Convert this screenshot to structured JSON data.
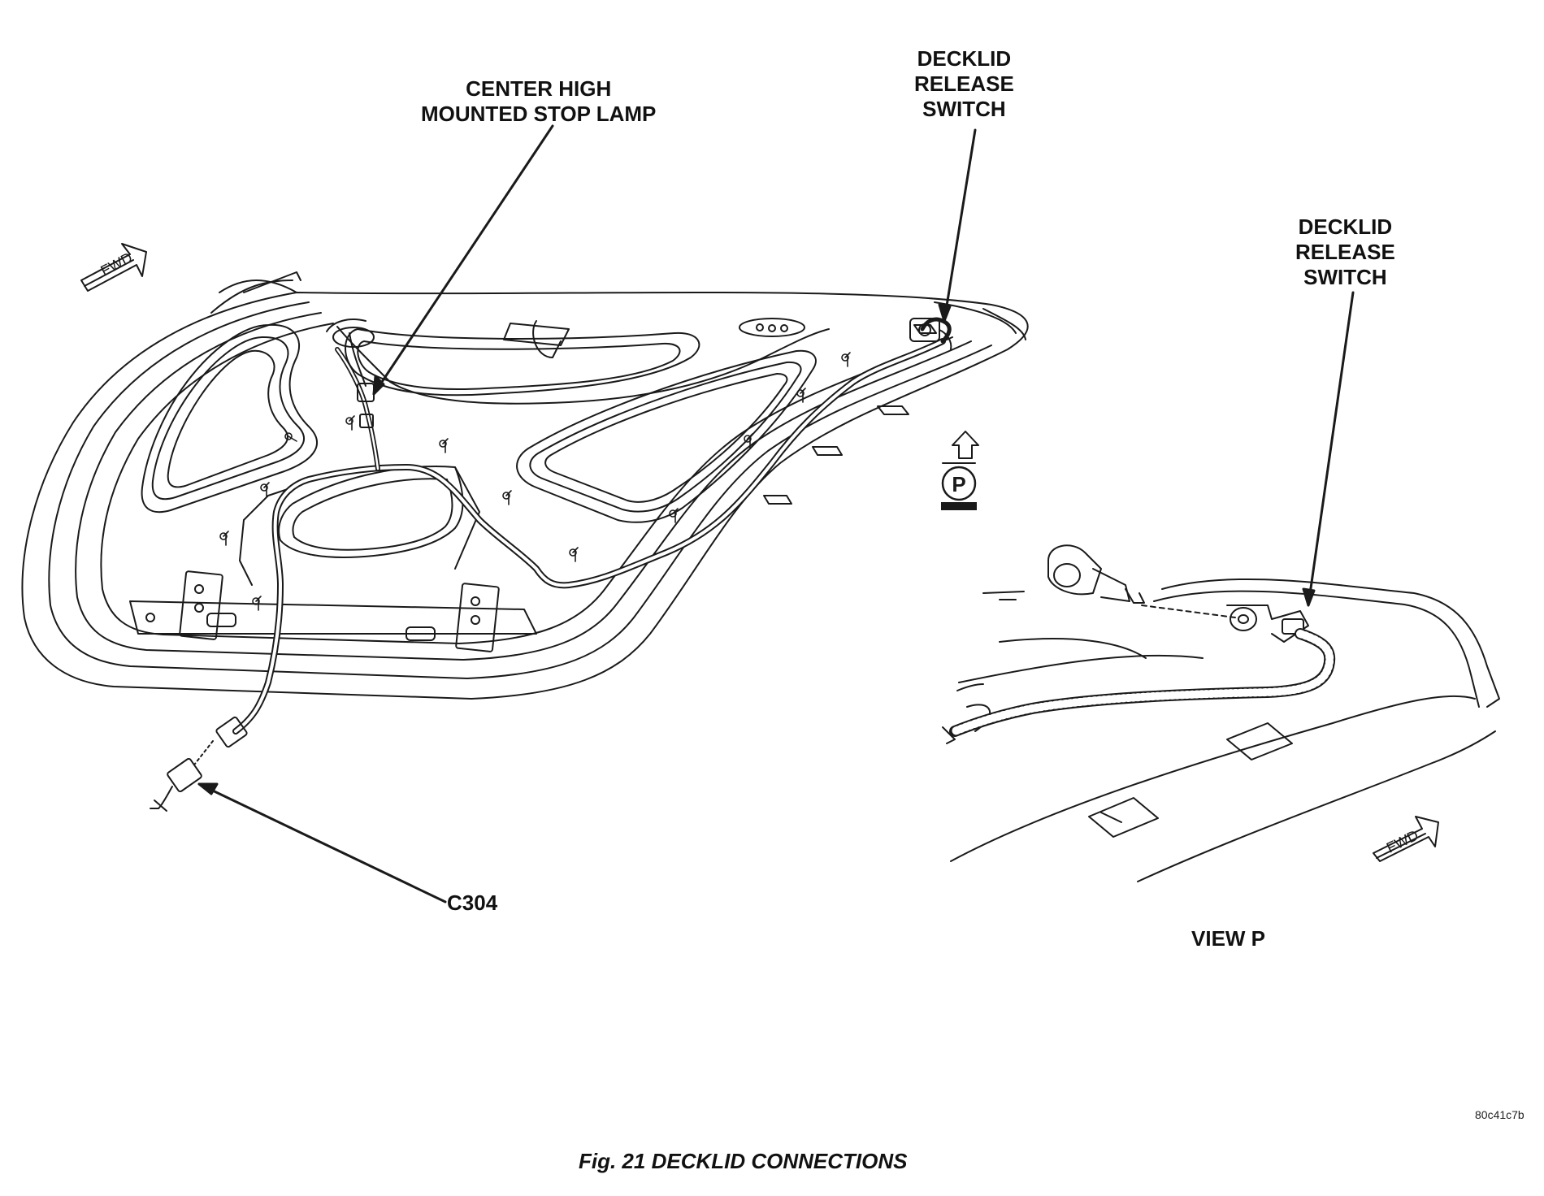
{
  "labels": {
    "chmsl": [
      "CENTER HIGH",
      "MOUNTED STOP LAMP"
    ],
    "release_main": [
      "DECKLID",
      "RELEASE",
      "SWITCH"
    ],
    "release_detail": [
      "DECKLID",
      "RELEASE",
      "SWITCH"
    ],
    "connector": "C304",
    "view": "VIEW P",
    "view_marker": "P",
    "fwd_main": "FWD",
    "fwd_detail": "FWD"
  },
  "figure_code": "80c41c7b",
  "caption": "Fig. 21 DECKLID CONNECTIONS"
}
